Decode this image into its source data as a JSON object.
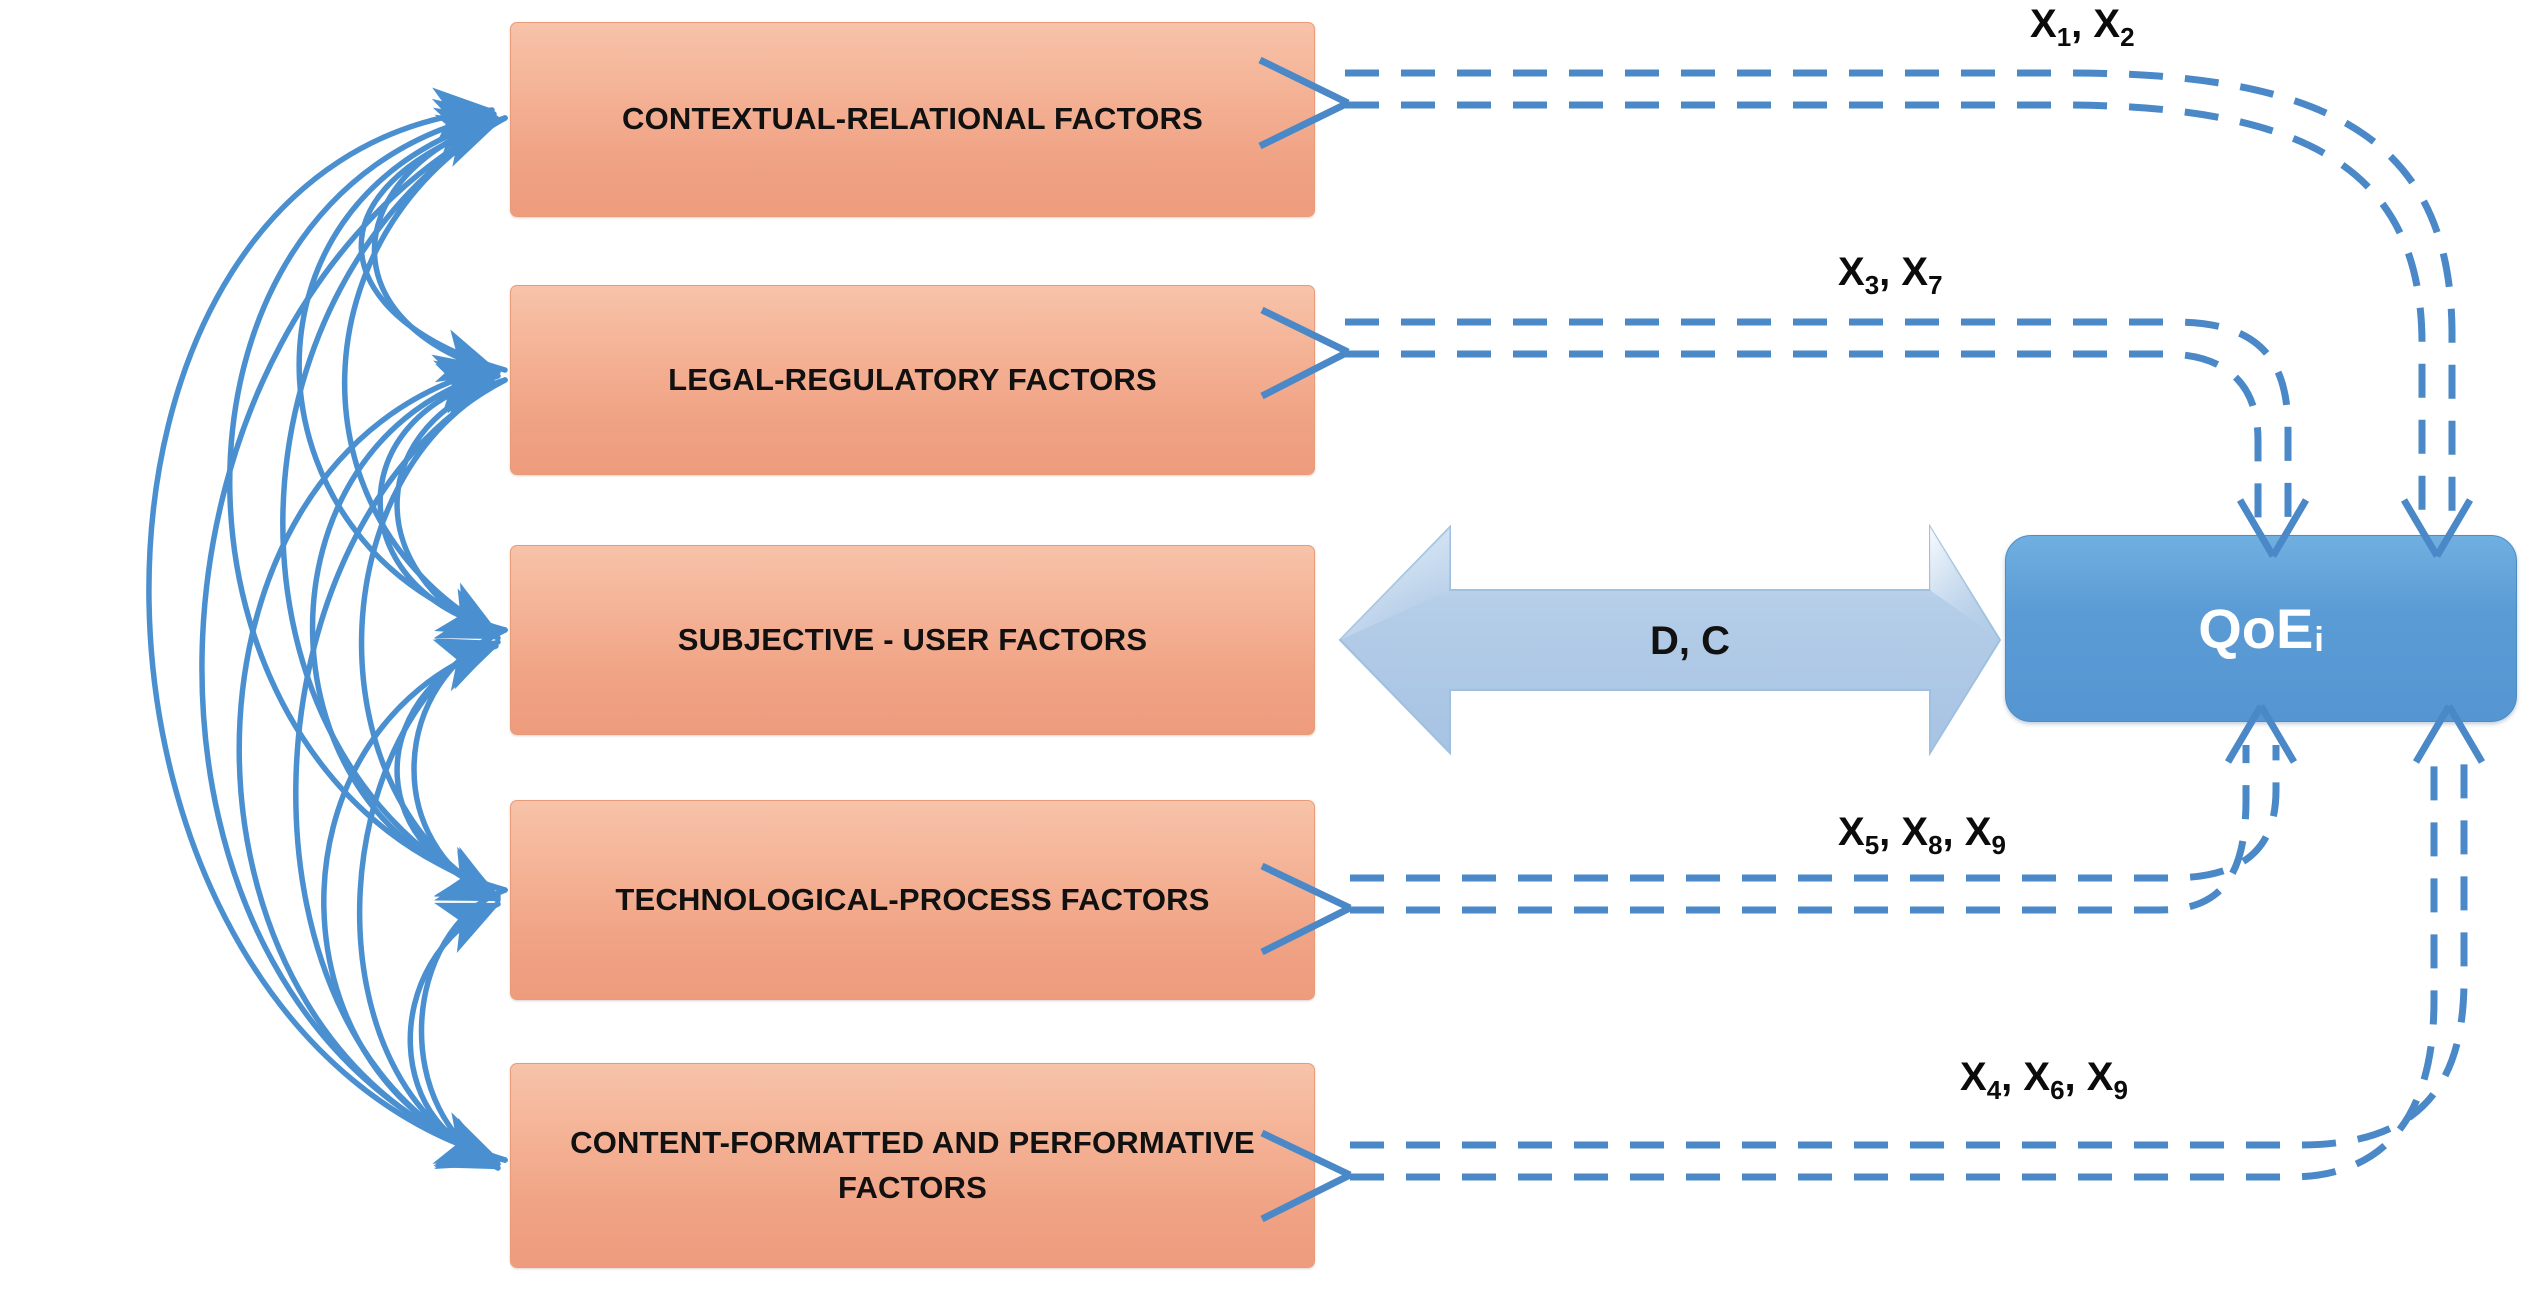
{
  "diagram": {
    "title": "QoE influence factors model",
    "colors": {
      "box_fill": "#F2AB8A",
      "box_border": "#E79C79",
      "qoe_fill": "#5B9BD5",
      "arrow_blue": "#4A88C7",
      "curve_blue": "#4A90D0",
      "bidir_arrow_fill": "#B4CDE8",
      "text_dark": "#111111",
      "text_light": "#FFFFFF",
      "background": "#FFFFFF"
    },
    "factors": [
      {
        "id": "contextual-relational",
        "label": "CONTEXTUAL-RELATIONAL FACTORS"
      },
      {
        "id": "legal-regulatory",
        "label": "LEGAL-REGULATORY FACTORS"
      },
      {
        "id": "subjective-user",
        "label": "SUBJECTIVE - USER FACTORS"
      },
      {
        "id": "technological-process",
        "label": "TECHNOLOGICAL-PROCESS FACTORS"
      },
      {
        "id": "content-formatted",
        "label": "CONTENT-FORMATTED AND PERFORMATIVE FACTORS"
      }
    ],
    "qoe": {
      "base": "QoE",
      "subscript": "i"
    },
    "bidirectional_arrow": {
      "label": "D, C",
      "from": "subjective-user",
      "to": "qoe"
    },
    "feedback_arrows": [
      {
        "target": "contextual-relational",
        "base": "X",
        "subs": [
          "1",
          "2"
        ],
        "label": "X1, X2"
      },
      {
        "target": "legal-regulatory",
        "base": "X",
        "subs": [
          "3",
          "7"
        ],
        "label": "X3, X7"
      },
      {
        "target": "technological-process",
        "base": "X",
        "subs": [
          "5",
          "8",
          "9"
        ],
        "label": "X5, X8, X9"
      },
      {
        "target": "content-formatted",
        "base": "X",
        "subs": [
          "4",
          "6",
          "9"
        ],
        "label": "X4, X6, X9"
      }
    ]
  }
}
